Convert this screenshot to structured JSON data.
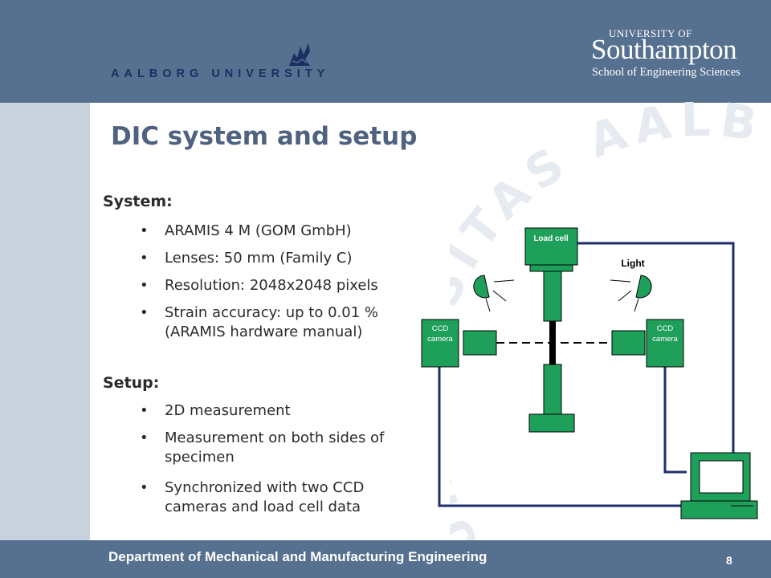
{
  "header": {
    "left_logo_text": "AALBORG UNIVERSITY",
    "right_logo": {
      "top": "UNIVERSITY OF",
      "main": "Southampton",
      "sub": "School of Engineering Sciences"
    }
  },
  "slide": {
    "title": "DIC system and setup",
    "system": {
      "heading": "System:",
      "bullets": [
        "ARAMIS 4 M (GOM GmbH)",
        "Lenses: 50 mm (Family C)",
        "Resolution: 2048x2048 pixels",
        "Strain accuracy: up to 0.01 % (ARAMIS hardware manual)"
      ]
    },
    "setup": {
      "heading": "Setup:",
      "bullets": [
        "2D measurement",
        "Measurement on both sides of specimen",
        "Synchronized with two CCD cameras and load cell data"
      ]
    },
    "bullet_char": "•"
  },
  "diagram": {
    "load_cell_label": "Load cell",
    "light_label": "Light",
    "left_camera_label": [
      "CCD",
      "camera"
    ],
    "right_camera_label": [
      "CCD",
      "camera"
    ]
  },
  "watermark_text": "UNIVERSITAS AALBORGENSIS",
  "footer": {
    "department": "Department of Mechanical and Manufacturing Engineering",
    "page_number": "8"
  },
  "colors": {
    "header_bar": "#56708f",
    "side_band": "#c9d2dc",
    "title": "#4f6380",
    "diagram_green": "#1fa05a",
    "aau_logo_blue": "#1b2f63"
  },
  "icons": {
    "aau": "aau-bird-logo-icon",
    "computer": "computer-icon",
    "lamp": "lamp-icon"
  }
}
